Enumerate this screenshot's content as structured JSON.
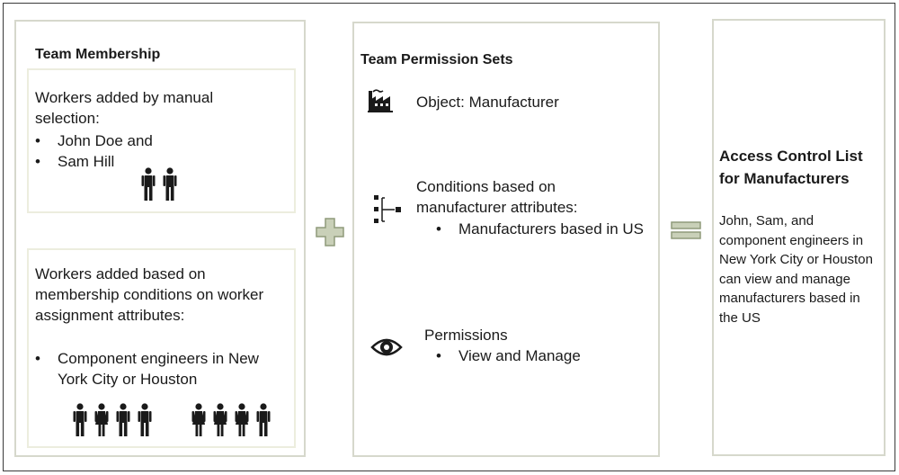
{
  "membership": {
    "title": "Team Membership",
    "manual_intro": "Workers added by manual selection:",
    "manual_items": [
      "John Doe and",
      "Sam Hill"
    ],
    "conditions_intro": "Workers added based on membership  conditions on worker assignment attributes:",
    "conditions_items": [
      "Component engineers in New York City or Houston"
    ]
  },
  "permission_sets": {
    "title": "Team Permission Sets",
    "object_label": "Object: Manufacturer",
    "conditions_label": "Conditions based on manufacturer attributes:",
    "conditions_items": [
      "Manufacturers based in US"
    ],
    "permissions_label": "Permissions",
    "permissions_items": [
      "View and Manage"
    ]
  },
  "acl": {
    "title": "Access Control List for Manufacturers",
    "description": "John, Sam, and component engineers in New York City or Houston can view and manage manufacturers based in the US"
  },
  "operators": {
    "plus": "plus-sign",
    "equals": "equals-sign"
  },
  "icons": [
    "factory-icon",
    "hierarchy-icon",
    "eye-icon",
    "person-icon"
  ],
  "colors": {
    "panel_border": "#d6d8cc",
    "inner_border": "#ecedde",
    "operator_fill": "#c9d0b8",
    "operator_stroke": "#8f9a7a",
    "ink": "#1a1a1a"
  }
}
